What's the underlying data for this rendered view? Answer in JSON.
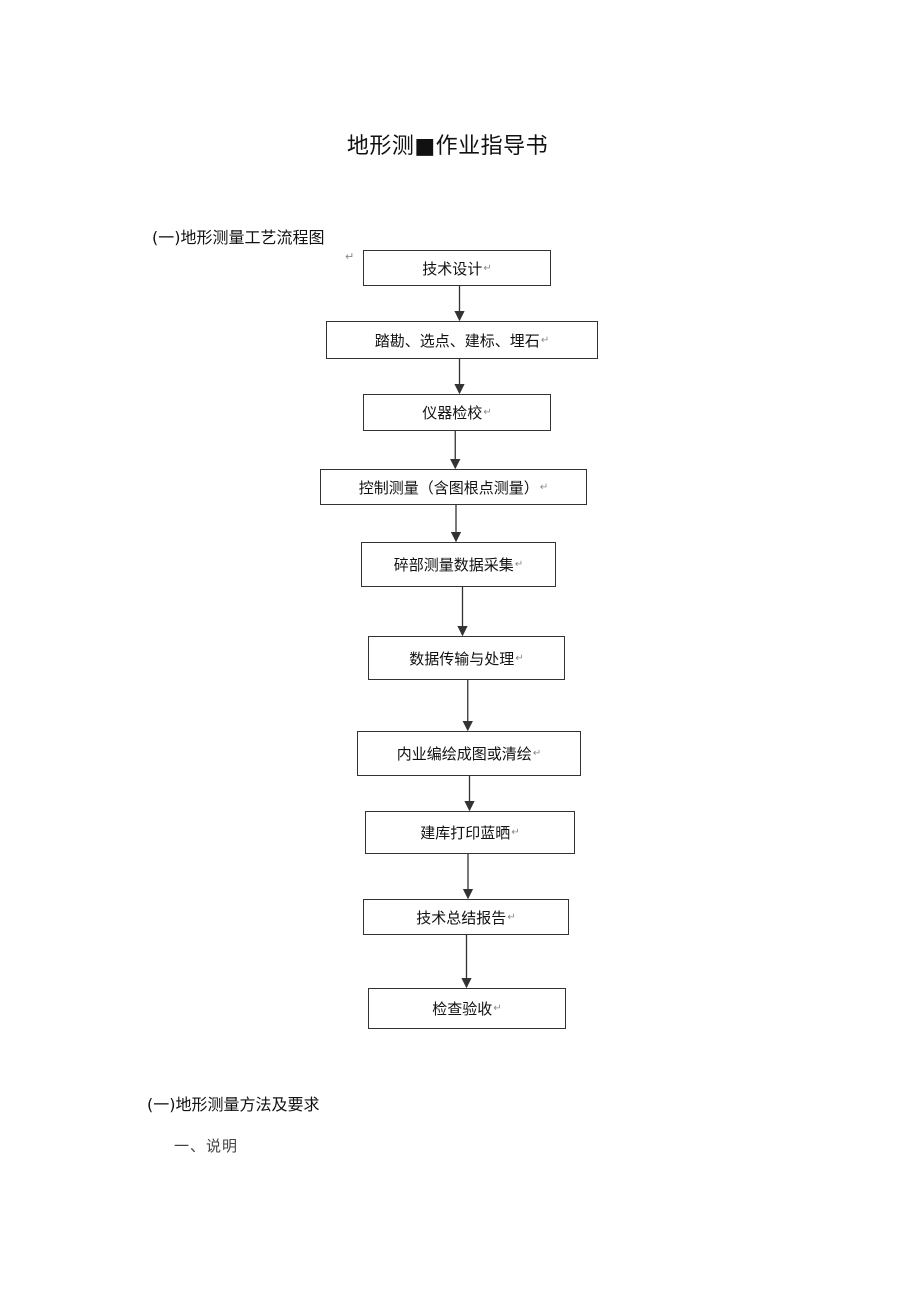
{
  "document": {
    "title": "地形测■作业指导书",
    "section1_heading": "(一)地形测量工艺流程图",
    "section2_heading": "(一)地形测量方法及要求",
    "subheading": "一、说明",
    "paragraph_mark": "↵"
  },
  "flowchart": {
    "steps": [
      {
        "label": "技术设计"
      },
      {
        "label": "踏勘、选点、建标、埋石"
      },
      {
        "label": "仪器检校"
      },
      {
        "label": "控制测量（含图根点测量）"
      },
      {
        "label": "碎部测量数据采集"
      },
      {
        "label": "数据传输与处理"
      },
      {
        "label": "内业编绘成图或清绘"
      },
      {
        "label": "建库打印蓝晒"
      },
      {
        "label": "技术总结报告"
      },
      {
        "label": "检查验收"
      }
    ]
  },
  "colors": {
    "line": "#333333",
    "text": "#111111",
    "mark": "#888888"
  }
}
